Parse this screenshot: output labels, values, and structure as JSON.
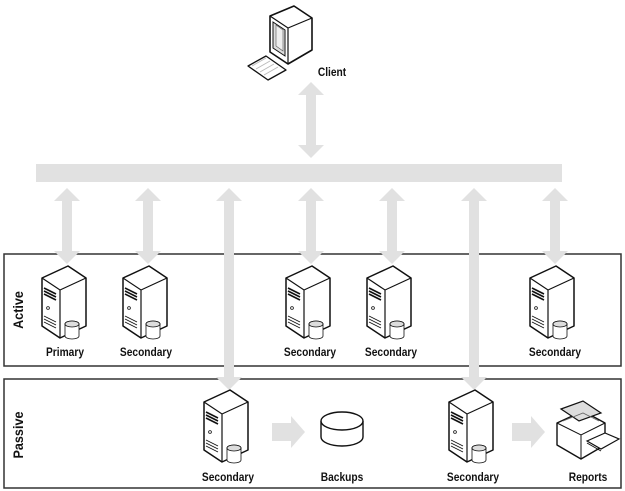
{
  "colors": {
    "connector": "#e1e1e1",
    "frame": "#333333",
    "text": "#111111"
  },
  "client": {
    "label": "Client",
    "icon": "desktop-computer-icon"
  },
  "tiers": [
    {
      "id": "active",
      "label": "Active"
    },
    {
      "id": "passive",
      "label": "Passive"
    }
  ],
  "active_nodes": [
    {
      "label": "Primary",
      "icon": "server-icon"
    },
    {
      "label": "Secondary",
      "icon": "server-icon"
    },
    {
      "label": "Secondary",
      "icon": "server-icon"
    },
    {
      "label": "Secondary",
      "icon": "server-icon"
    },
    {
      "label": "Secondary",
      "icon": "server-icon"
    }
  ],
  "passive_nodes": [
    {
      "label": "Secondary",
      "icon": "server-icon"
    },
    {
      "label": "Backups",
      "icon": "database-disk-icon"
    },
    {
      "label": "Secondary",
      "icon": "server-icon"
    },
    {
      "label": "Reports",
      "icon": "printer-icon"
    }
  ]
}
